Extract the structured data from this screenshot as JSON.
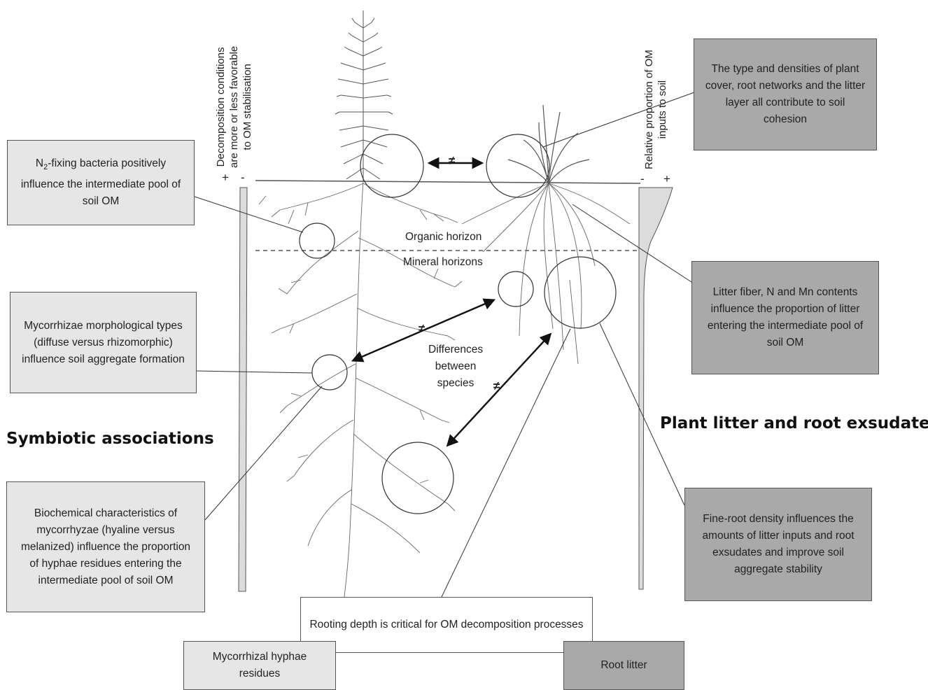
{
  "boxes": {
    "n2_fixing": "N2-fixing bacteria positively influence the intermediate pool of soil OM",
    "mycorrhizae_types": "Mycorrhizae morphological types (diffuse versus rhizomorphic) influence soil aggregate formation",
    "biochemical": "Biochemical characteristics of mycorrhyzae (hyaline versus melanized) influence the proportion of hyphae residues entering the intermediate pool of soil OM",
    "plant_cover": "The type and densities of plant cover, root networks and the litter layer all contribute to soil cohesion",
    "litter_fiber": "Litter fiber, N and Mn contents influence the proportion of litter entering the intermediate pool of soil OM",
    "fine_root": "Fine-root density influences the amounts of litter inputs and root exsudates and improve soil aggregate stability",
    "rooting_depth": "Rooting depth is critical for OM decomposition processes",
    "mycorrhizal_residues": "Mycorrhizal hyphae residues",
    "root_litter": "Root litter"
  },
  "n2_prefix": "N",
  "n2_sub": "2",
  "n2_rest": "-fixing bacteria positively influence the intermediate pool of soil OM",
  "headings": {
    "left": "Symbiotic associations",
    "right": "Plant litter and root exsudates"
  },
  "labels": {
    "organic": "Organic horizon",
    "mineral": "Mineral horizons",
    "differences": "Differences between species",
    "differences_l1": "Differences",
    "differences_l2": "between",
    "differences_l3": "species",
    "neq": "≠"
  },
  "axes": {
    "left_line1": "Decomposition conditions",
    "left_line2": "are more or less favorable",
    "left_line3": "to OM stabilisation",
    "right_line1": "Relative proportion of OM",
    "right_line2": "inputs to soil",
    "plus": "+",
    "minus": "-"
  },
  "colors": {
    "light_box": "#e6e6e6",
    "dark_box": "#a9a9a9",
    "line": "#333333"
  }
}
